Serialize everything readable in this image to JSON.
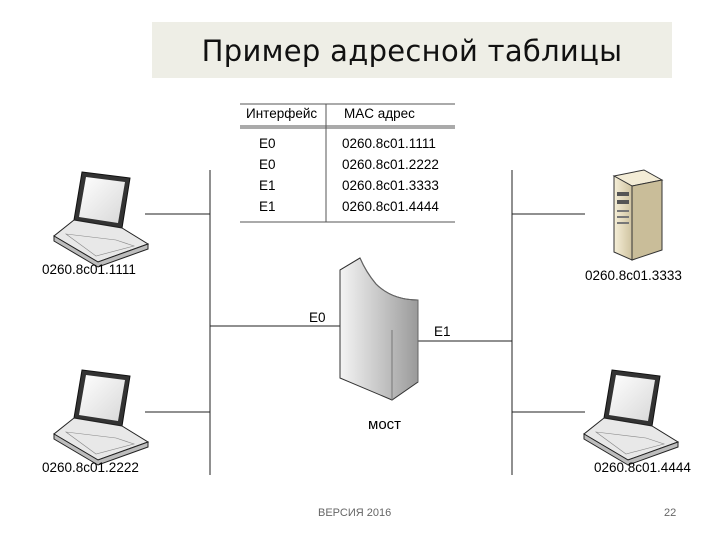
{
  "title": "Пример адресной таблицы",
  "table": {
    "headers": [
      "Интерфейс",
      "MAC адрес"
    ],
    "rows": [
      {
        "iface": "E0",
        "mac": "0260.8c01.1111"
      },
      {
        "iface": "E0",
        "mac": "0260.8c01.2222"
      },
      {
        "iface": "E1",
        "mac": "0260.8c01.3333"
      },
      {
        "iface": "E1",
        "mac": "0260.8c01.4444"
      }
    ]
  },
  "devices": {
    "laptop_top_left": "0260.8c01.1111",
    "laptop_bottom_left": "0260.8c01.2222",
    "server_top_right": "0260.8c01.3333",
    "laptop_bottom_right": "0260.8c01.4444"
  },
  "bridge": {
    "label": "мост",
    "port_left": "E0",
    "port_right": "E1"
  },
  "footer": {
    "version": "ВЕРСИЯ 2016",
    "page": "22"
  }
}
